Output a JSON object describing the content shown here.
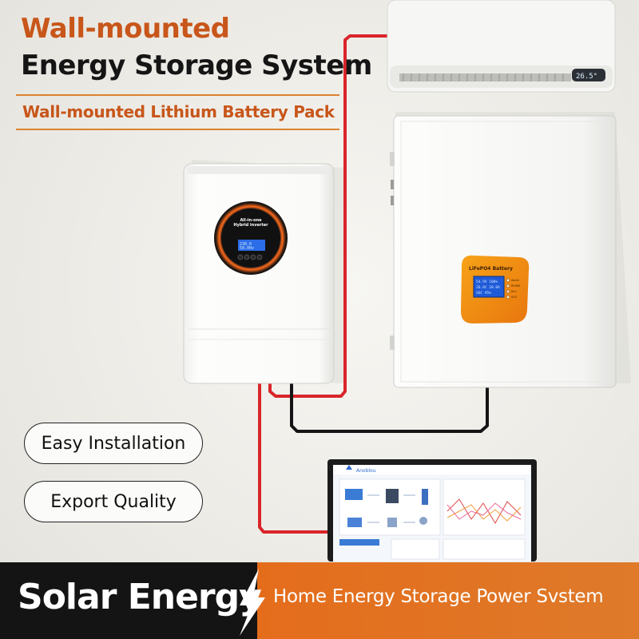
{
  "header": {
    "title_line1": "Wall-mounted",
    "title_line2": "Energy Storage System",
    "subtitle": "Wall-mounted Lithium Battery Pack",
    "accent_color": "#c8561a"
  },
  "features": [
    {
      "label": "Easy Installation"
    },
    {
      "label": "Export Quality"
    }
  ],
  "inverter": {
    "name_line1": "All-in-one",
    "name_line2": "Hybrid inverter"
  },
  "battery": {
    "label": "LiFePO4 Battery"
  },
  "footer": {
    "left_text": "Solar Energy",
    "right_text": "Home Energy Storage Power Svstem",
    "left_color": "#141414",
    "right_color": "#e0711f"
  }
}
